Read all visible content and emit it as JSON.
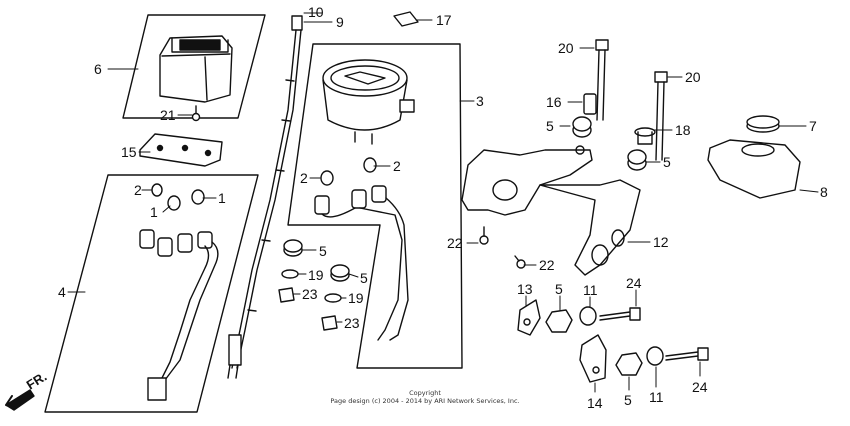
{
  "callouts": {
    "c10": "10",
    "c9": "9",
    "c17": "17",
    "c6": "6",
    "c21": "21",
    "c15": "15",
    "c3": "3",
    "c2a": "2",
    "c2b": "2",
    "c1a": "1",
    "c1b": "1",
    "c4": "4",
    "c5a": "5",
    "c19a": "19",
    "c5b": "5",
    "c23a": "23",
    "c19b": "19",
    "c23b": "23",
    "c20a": "20",
    "c20b": "20",
    "c16": "16",
    "c5c": "5",
    "c18": "18",
    "c5d": "5",
    "c7": "7",
    "c8": "8",
    "c12": "12",
    "c22a": "22",
    "c22b": "22",
    "c13": "13",
    "c5e": "5",
    "c11a": "11",
    "c24a": "24",
    "c14": "14",
    "c5f": "5",
    "c11b": "11",
    "c24b": "24"
  },
  "direction_label": "FR.",
  "copyright": {
    "line1": "Copyright",
    "line2": "Page design (c) 2004 - 2014 by ARI Network Services, Inc."
  }
}
